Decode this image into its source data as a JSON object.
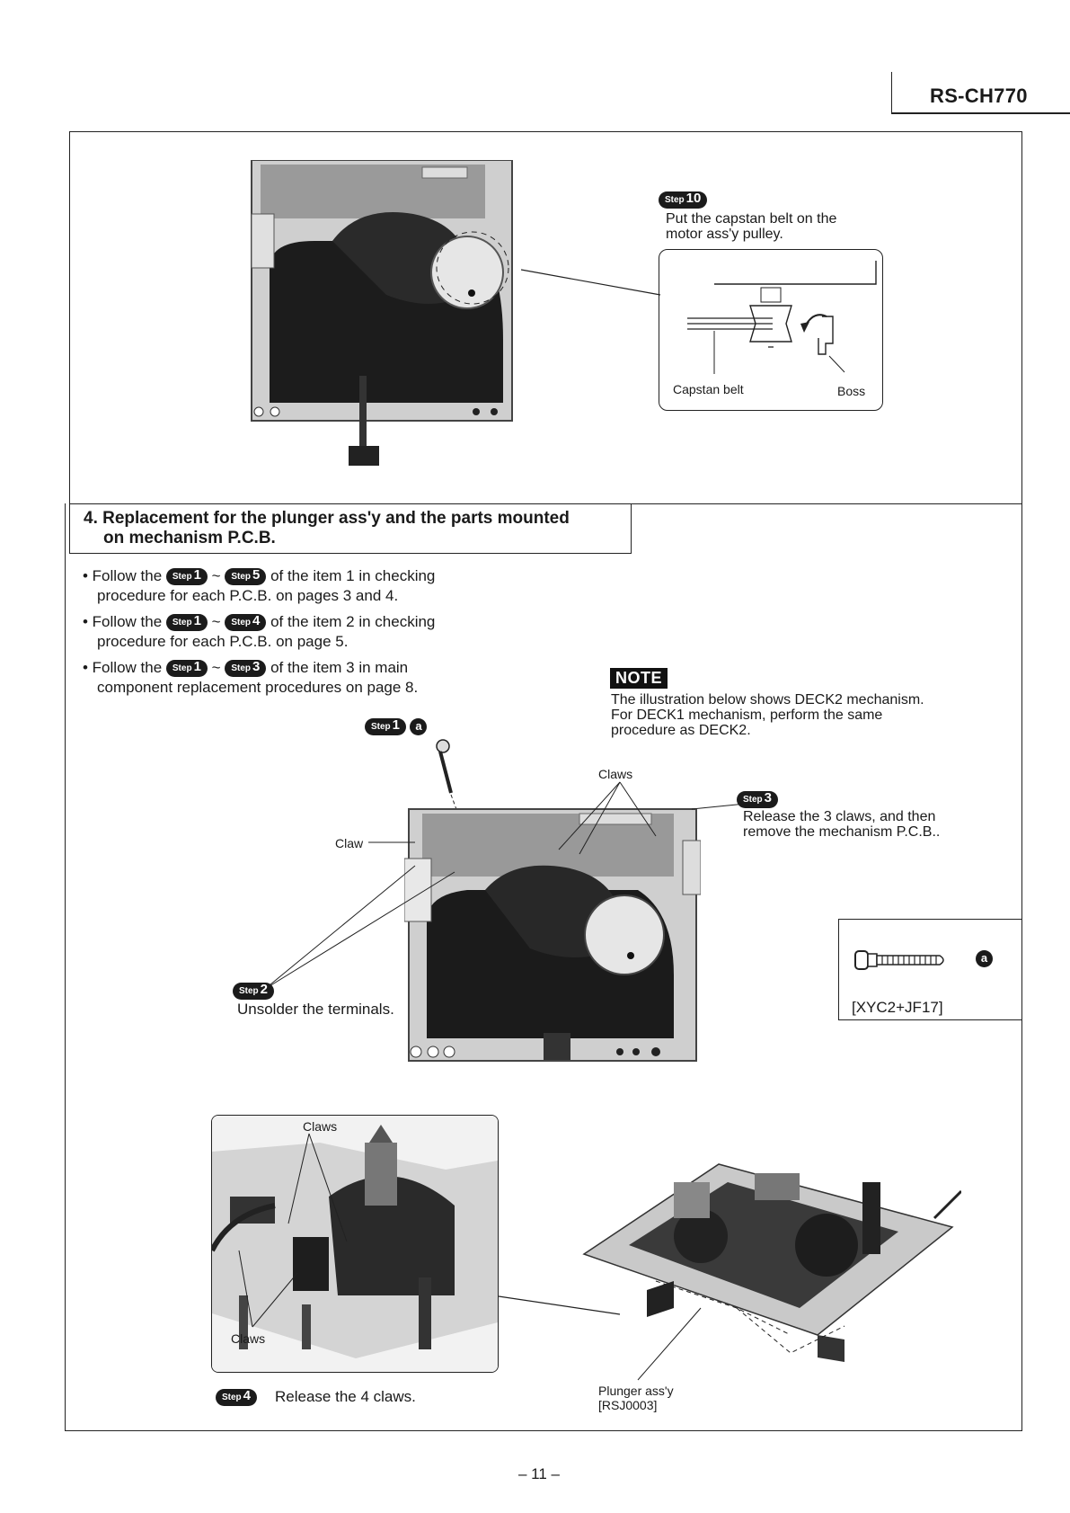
{
  "header": {
    "model": "RS-CH770"
  },
  "step10": {
    "badge_word": "Step",
    "badge_num": "10",
    "text_line1": "Put the capstan belt on the",
    "text_line2": "motor ass'y pulley.",
    "label_belt": "Capstan belt",
    "label_boss": "Boss"
  },
  "section4": {
    "title_line1": "4. Replacement for the plunger ass'y and the parts mounted",
    "title_line2": "on mechanism P.C.B."
  },
  "bullets": [
    {
      "prefix": "• Follow the",
      "from": "1",
      "to": "5",
      "suffix": "of the item 1 in checking",
      "line2": "procedure for each P.C.B. on pages 3 and 4."
    },
    {
      "prefix": "• Follow the",
      "from": "1",
      "to": "4",
      "suffix": "of the item 2 in checking",
      "line2": "procedure for each P.C.B. on page 5."
    },
    {
      "prefix": "• Follow the",
      "from": "1",
      "to": "3",
      "suffix": "of the item 3 in main",
      "line2": "component replacement procedures on page 8."
    }
  ],
  "tilde": "~",
  "step_word": "Step",
  "note": {
    "badge": "NOTE",
    "line1": "The illustration below shows DECK2 mechanism.",
    "line2": "For DECK1 mechanism, perform the same",
    "line3": "procedure as DECK2."
  },
  "step1a": {
    "num": "1",
    "marker": "a"
  },
  "labels": {
    "claws_top": "Claws",
    "claw": "Claw",
    "claws_photo_top": "Claws",
    "claws_photo_bottom": "Claws"
  },
  "step3": {
    "num": "3",
    "line1": "Release the 3 claws, and then",
    "line2": "remove the mechanism P.C.B.."
  },
  "step2": {
    "num": "2",
    "text": "Unsolder the terminals."
  },
  "screw": {
    "marker": "a",
    "part": "[XYC2+JF17]"
  },
  "step4": {
    "num": "4",
    "text": "Release the 4 claws."
  },
  "plunger": {
    "line1": "Plunger ass'y",
    "line2": "[RSJ0003]"
  },
  "footer": {
    "page": "– 11 –"
  }
}
